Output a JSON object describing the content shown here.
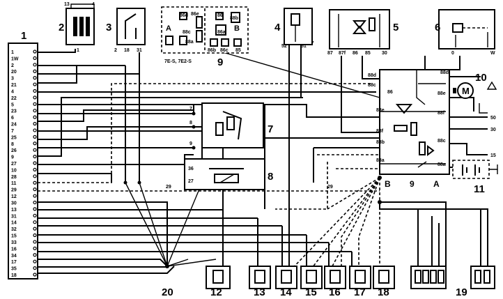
{
  "component_numbers": {
    "c1": "1",
    "c2": "2",
    "c3": "3",
    "c4": "4",
    "c5": "5",
    "c6": "6",
    "c7": "7",
    "c8": "8",
    "c9": "9",
    "c10": "10",
    "c11": "11",
    "c12": "12",
    "c13": "13",
    "c14": "14",
    "c15": "15",
    "c16": "16",
    "c17": "17",
    "c18": "18",
    "c19": "19",
    "c20": "20"
  },
  "connector_pins_left": [
    "1",
    "1W",
    "2",
    "20",
    "3",
    "21",
    "4",
    "22",
    "5",
    "23",
    "6",
    "24",
    "7",
    "25",
    "8",
    "26",
    "9",
    "27",
    "10",
    "28",
    "11",
    "29",
    "12",
    "30",
    "13",
    "31",
    "14",
    "32",
    "15",
    "33",
    "16",
    "34",
    "17",
    "35",
    "18"
  ],
  "right_pins": {
    "p50": "50",
    "p30": "30",
    "p15": "15"
  },
  "relay_inset": {
    "left": "A",
    "right": "B",
    "bottom": "7E-S, 7E2-S"
  },
  "block9": {
    "left": "B",
    "mid": "9",
    "right": "A"
  },
  "pin_labels": {
    "c2_13": "13",
    "c2_4": "4",
    "c2_1": "1",
    "c3_2": "2",
    "c3_18": "18",
    "c3_31": "31",
    "c4_52": "52",
    "c4_51": "51",
    "c5_87": "87",
    "c5_87f": "87f",
    "c5_86": "86",
    "c5_85": "85",
    "c5_30": "30",
    "c6_0": "0",
    "c6_w": "W",
    "c7_7": "7",
    "c7_8": "8",
    "c7_9": "9",
    "c8_36": "36",
    "c8_27": "27",
    "w29a": "29",
    "w29b": "29",
    "c9_88d": "88d",
    "c9_88c": "88c",
    "c9_86": "86",
    "c9_88e": "88e",
    "c9_88b": "88b",
    "c9_88a": "88a",
    "c9_88f": "88f",
    "r_88d": "88d",
    "r_88e": "88e",
    "r_88f": "88f",
    "r_88c": "88c",
    "r_88a": "88a",
    "ins_86d": "86d",
    "ins_86e": "86e",
    "ins_86": "86",
    "ins_88b": "88b",
    "ins_88c": "88c",
    "ins_86a": "86a",
    "ins_88a": "88a",
    "ins_85": "85",
    "ins_86c": "86c",
    "ins_86b": "86b"
  }
}
